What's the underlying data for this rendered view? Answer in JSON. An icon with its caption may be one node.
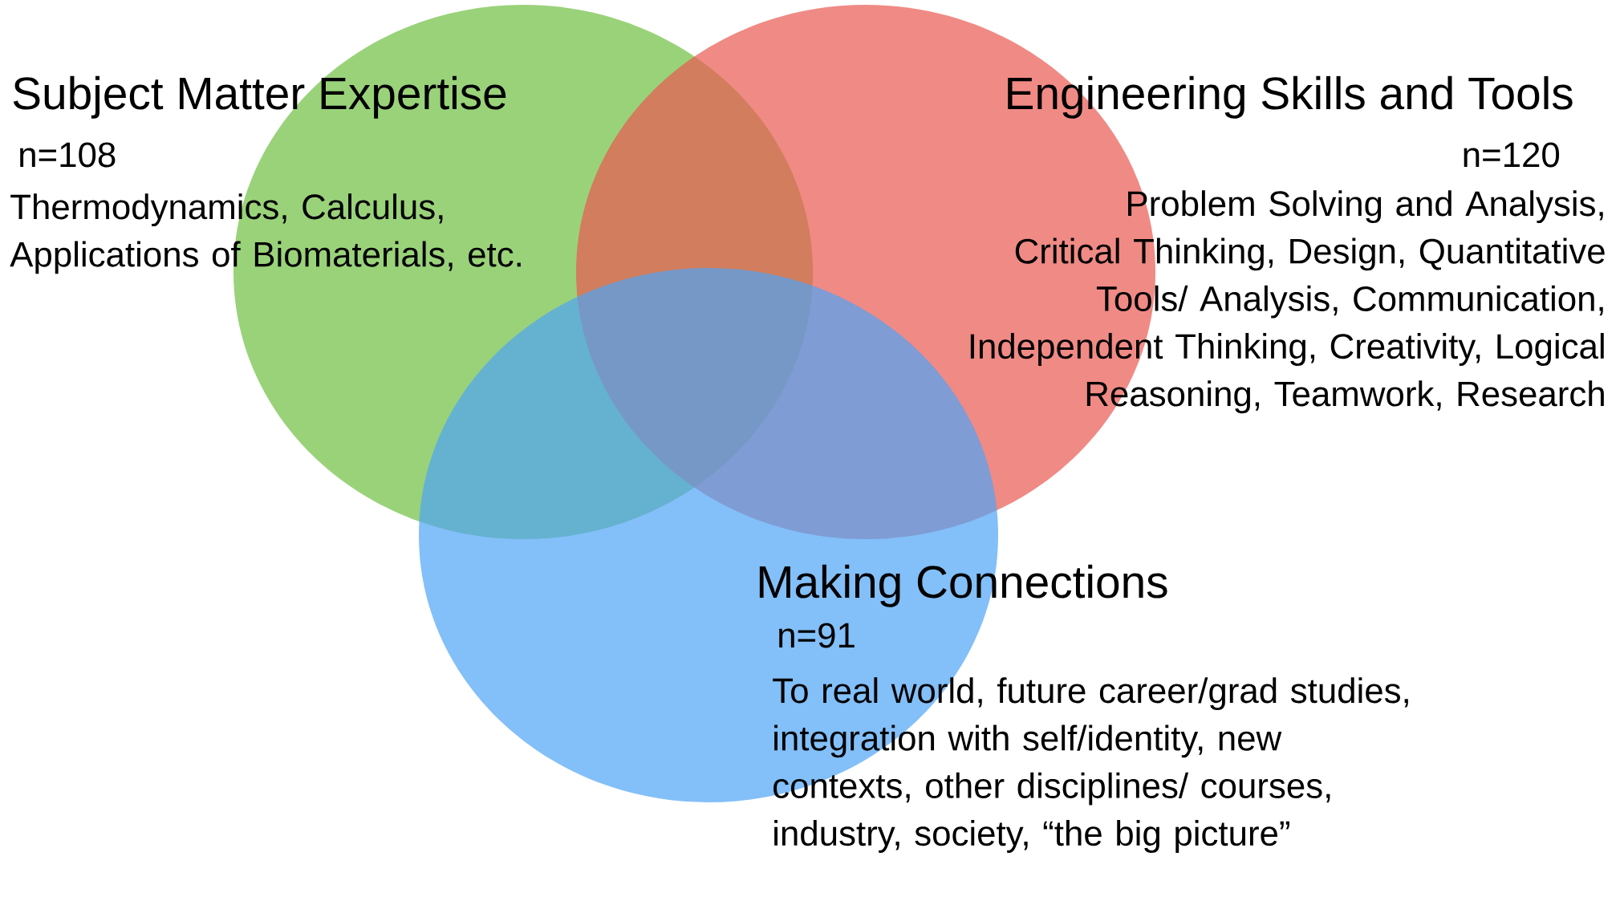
{
  "diagram": {
    "nodes": [
      {
        "text": [
          "Subject Matter Expertise",
          "n=108",
          "Thermodynamics, Calculus, Applications of Biomaterials, etc."
        ]
      },
      {
        "text": [
          "Engineering Skills and Tools",
          "n=120",
          "Problem Solving and Analysis, Critical Thinking, Design, Quantitative Tools/ Analysis, Communication, Independent Thinking, Creativity, Logical Reasoning, Teamwork, Research"
        ]
      },
      {
        "text": [
          "Making Connections",
          "n=91",
          "To real world, future career/grad studies, integration with self/identity, new contexts, other disciplines/ courses, industry, society, “the big picture”"
        ]
      }
    ]
  }
}
